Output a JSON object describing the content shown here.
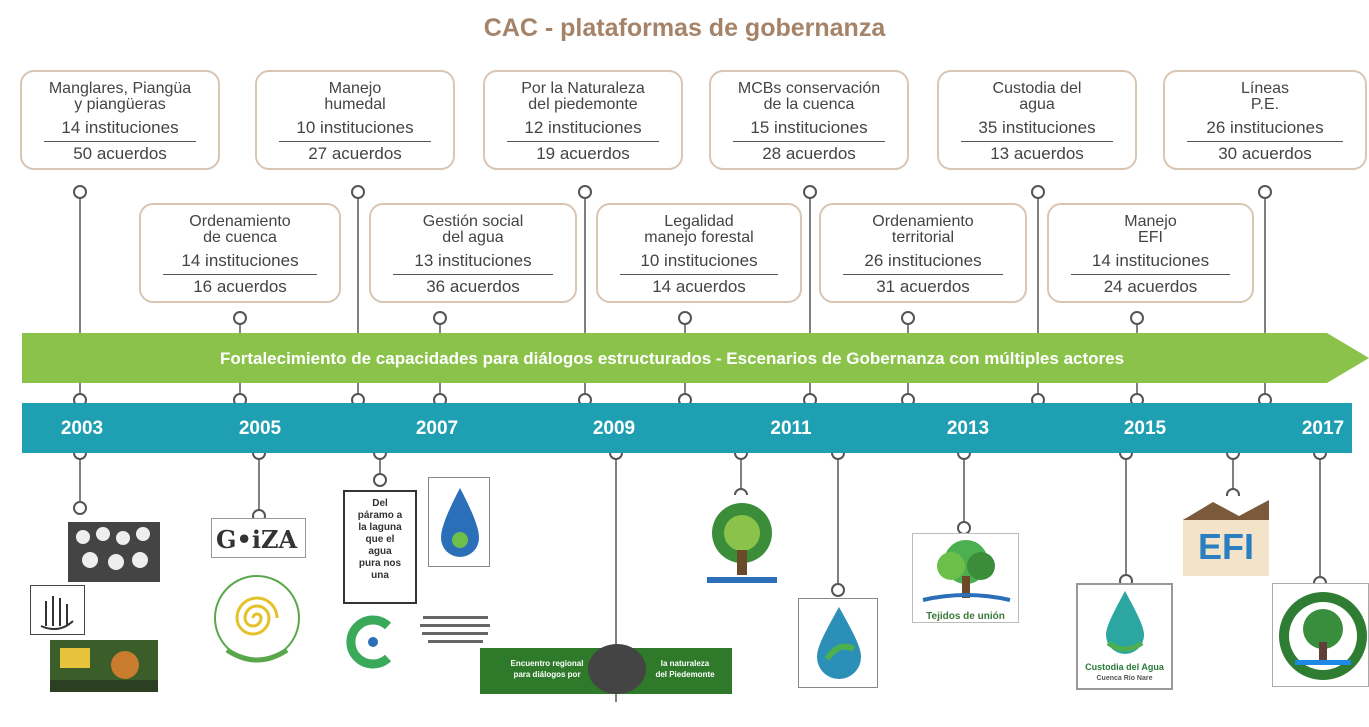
{
  "title": "CAC - plataformas de gobernanza",
  "banner": "Fortalecimiento de capacidades para diálogos estructurados - Escenarios de Gobernanza con múltiples actores",
  "colors": {
    "title": "#a48369",
    "arrow": "#8bc34a",
    "band": "#1f9fb2",
    "box_border": "#d8c6b3"
  },
  "years": [
    "2003",
    "2005",
    "2007",
    "2009",
    "2011",
    "2013",
    "2015",
    "2017"
  ],
  "platforms_top": [
    {
      "name": "Manglares, Piangüa\ny piangüeras",
      "institutions": "14 instituciones",
      "agreements": "50 acuerdos"
    },
    {
      "name": "Manejo\nhumedal",
      "institutions": "10 instituciones",
      "agreements": "27 acuerdos"
    },
    {
      "name": "Por la Naturaleza\ndel piedemonte",
      "institutions": "12 instituciones",
      "agreements": "19 acuerdos"
    },
    {
      "name": "MCBs conservación\nde la cuenca",
      "institutions": "15 instituciones",
      "agreements": "28 acuerdos"
    },
    {
      "name": "Custodia del\nagua",
      "institutions": "35 instituciones",
      "agreements": "13 acuerdos"
    },
    {
      "name": "Líneas\nP.E.",
      "institutions": "26 instituciones",
      "agreements": "30 acuerdos"
    }
  ],
  "platforms_bottom": [
    {
      "name": "Ordenamiento\nde cuenca",
      "institutions": "14 instituciones",
      "agreements": "16 acuerdos"
    },
    {
      "name": "Gestión social\ndel agua",
      "institutions": "13 instituciones",
      "agreements": "36 acuerdos"
    },
    {
      "name": "Legalidad\nmanejo forestal",
      "institutions": "10 instituciones",
      "agreements": "14 acuerdos"
    },
    {
      "name": "Ordenamiento\nterritorial",
      "institutions": "26 instituciones",
      "agreements": "31 acuerdos"
    },
    {
      "name": "Manejo\nEFI",
      "institutions": "14 instituciones",
      "agreements": "24 acuerdos"
    }
  ],
  "logos": {
    "goiza": "G•iZA",
    "paramo": "Del\npáramo a\nla laguna\nque el\nagua\npura nos\nuna",
    "encuentro": "Encuentro regional\npara diálogos por",
    "naturaleza": "la naturaleza\ndel Piedemonte",
    "tejidos": "Tejidos de unión",
    "custodia": "Custodia del Agua",
    "custodia_sub": "Cuenca Río Nare",
    "efi": "EFI"
  }
}
